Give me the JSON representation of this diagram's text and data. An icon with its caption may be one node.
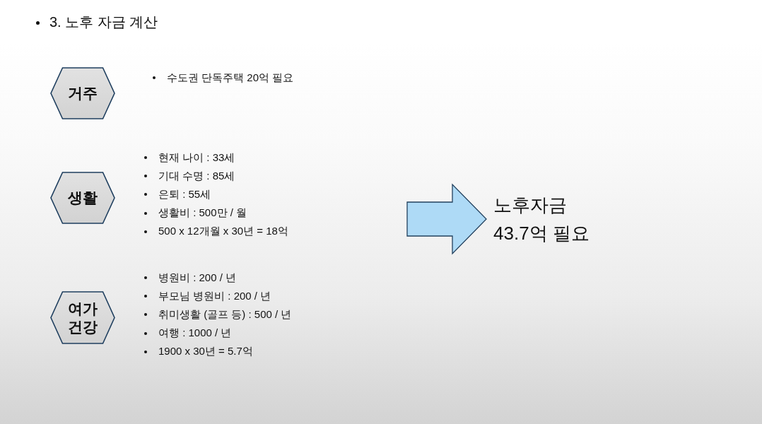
{
  "diagram": {
    "title": "3. 노후 자금 계산",
    "nodes": [
      {
        "text": [
          "거주"
        ]
      },
      {
        "text": [
          "생활"
        ],
        "beside": [
          "현재 나이 : 33세",
          "기대 수명 : 85세",
          "은퇴 : 55세",
          "생활비 : 500만 / 월",
          "500 x 12개월 x 30년 = 18억"
        ]
      },
      {
        "text": [
          "여가 건강"
        ],
        "beside": [
          "병원비 : 200 / 년",
          "부모님 병원비 : 200 / 년",
          "취미생활 (골프 등) : 500 / 년",
          "여행 : 1000 / 년",
          "1900 x 30년 = 5.7억"
        ]
      },
      {
        "text": [
          "노후자금 43.7억 필요"
        ]
      }
    ],
    "edges": [
      {
        "from": null,
        "to": 3,
        "arrow": "to"
      }
    ],
    "labels": [
      "수도권 단독주택 20억 필요"
    ]
  }
}
